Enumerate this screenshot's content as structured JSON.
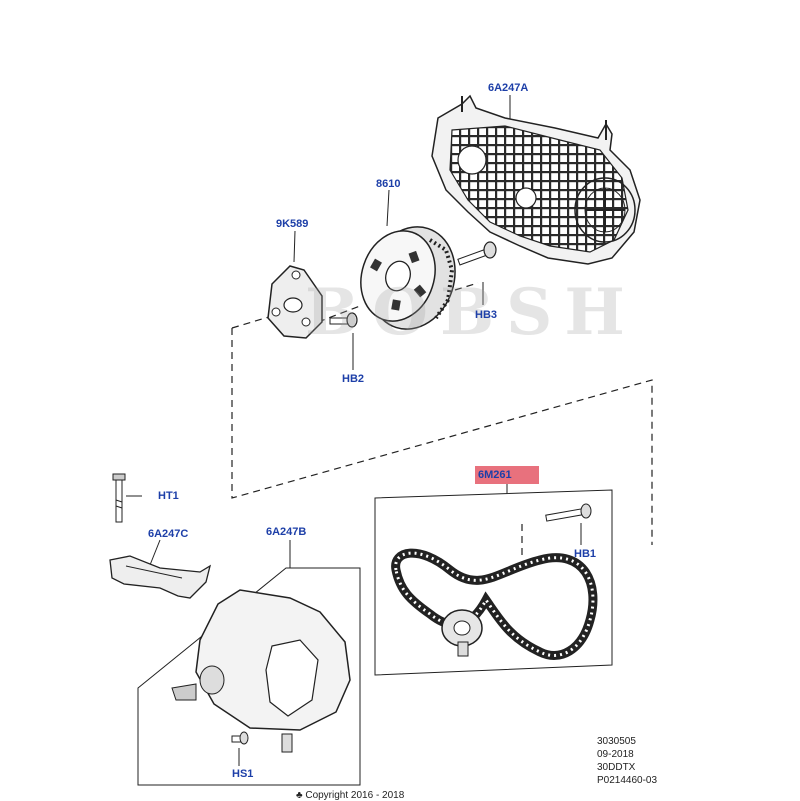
{
  "watermark": "BOBSH",
  "callouts": {
    "c6a247a": "6A247A",
    "c8610": "8610",
    "c9k589": "9K589",
    "hb3": "HB3",
    "hb2": "HB2",
    "ht1": "HT1",
    "c6a247c": "6A247C",
    "c6a247b": "6A247B",
    "c6m261": "6M261",
    "hb1": "HB1",
    "hs1": "HS1"
  },
  "highlight_color": "#e8717d",
  "callout_color": "#1d3fa8",
  "reference": {
    "line1": "3030505",
    "line2": "09-2018",
    "line3": "30DDTX",
    "line4": "P0214460-03"
  },
  "copyright": "♣ Copyright 2016 - 2018"
}
